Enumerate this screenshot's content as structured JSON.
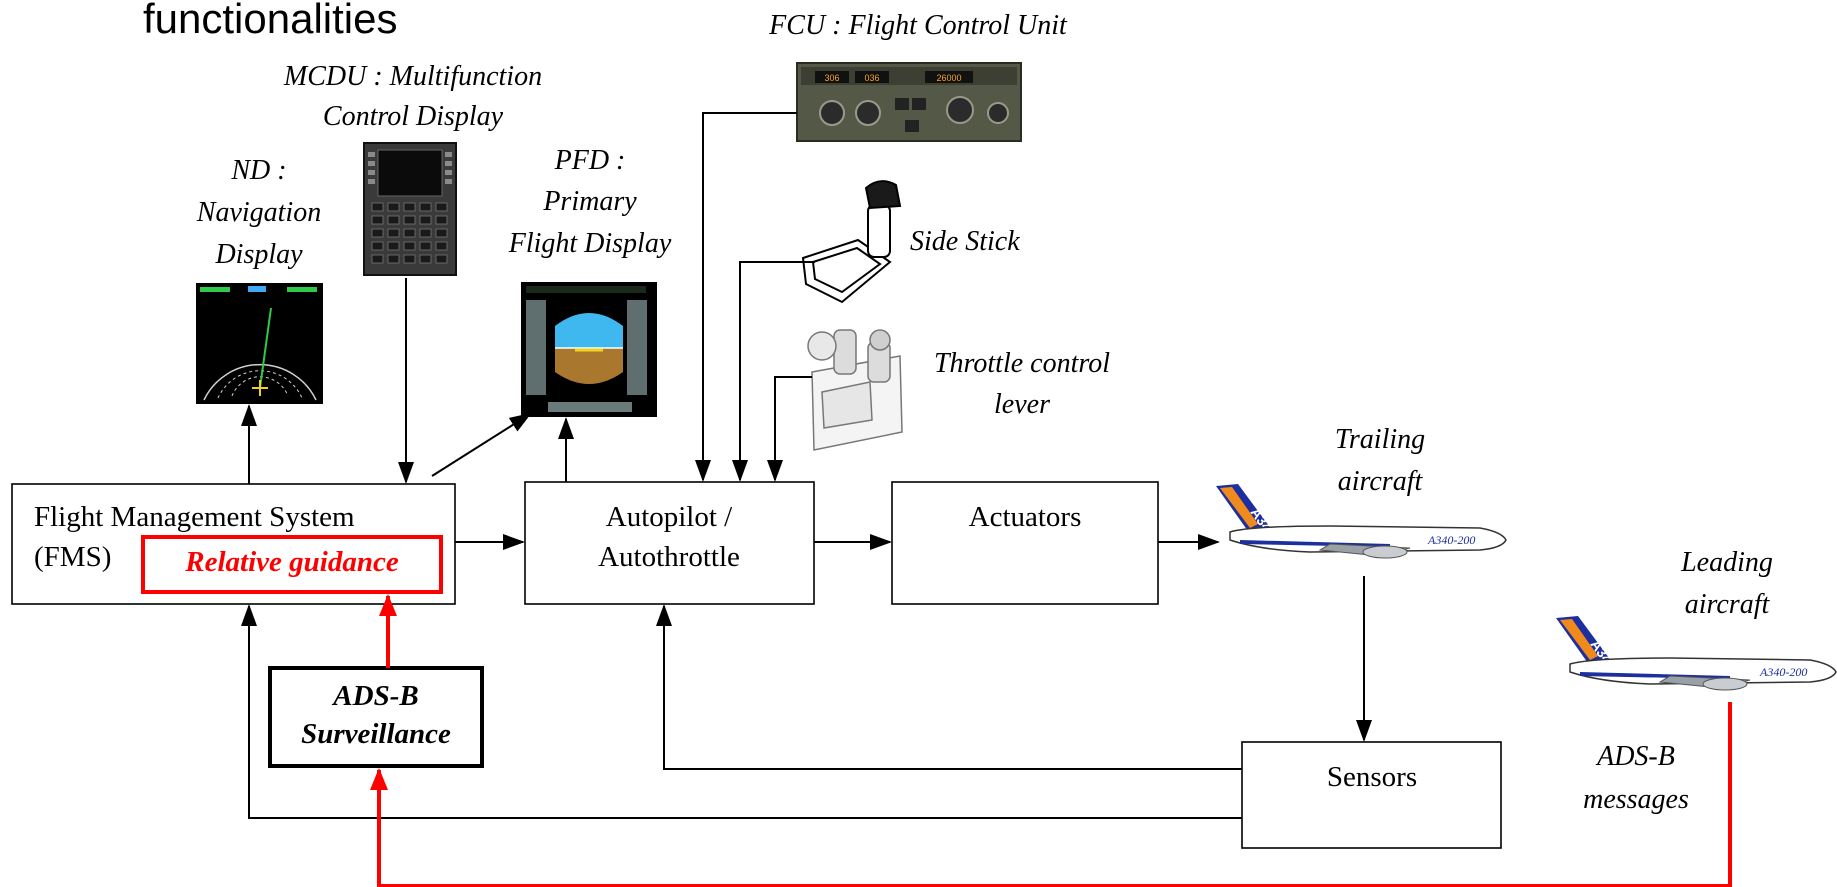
{
  "title_fragment": "functionalities",
  "devices": {
    "fcu_label": "FCU : Flight Control Unit",
    "fcu_readouts": [
      "306",
      "036",
      "26000"
    ],
    "mcdu_label": [
      "MCDU : Multifunction",
      "Control Display"
    ],
    "nd_label": [
      "ND :",
      "Navigation",
      "Display"
    ],
    "pfd_label": [
      "PFD :",
      "Primary",
      "Flight Display"
    ],
    "sidestick_label": "Side Stick",
    "throttle_label": [
      "Throttle control",
      "lever"
    ]
  },
  "blocks": {
    "fms": [
      "Flight Management System",
      "(FMS)"
    ],
    "relative_guidance": "Relative guidance",
    "adsb_surveillance": [
      "ADS-B",
      "Surveillance"
    ],
    "autopilot": [
      "Autopilot /",
      "Autothrottle"
    ],
    "actuators": "Actuators",
    "sensors": "Sensors"
  },
  "aircraft": {
    "trailing_label": [
      "Trailing",
      "aircraft"
    ],
    "leading_label": [
      "Leading",
      "aircraft"
    ],
    "tail_text": "A340",
    "fuselage_text": "A340-200"
  },
  "adsb_messages_label": [
    "ADS-B",
    "messages"
  ],
  "colors": {
    "feedback_red": "#ff0000",
    "sky": "#3fb8f0",
    "ground": "#a9782e",
    "airline_blue": "#1d2f9e",
    "airline_orange": "#f08a1c"
  }
}
